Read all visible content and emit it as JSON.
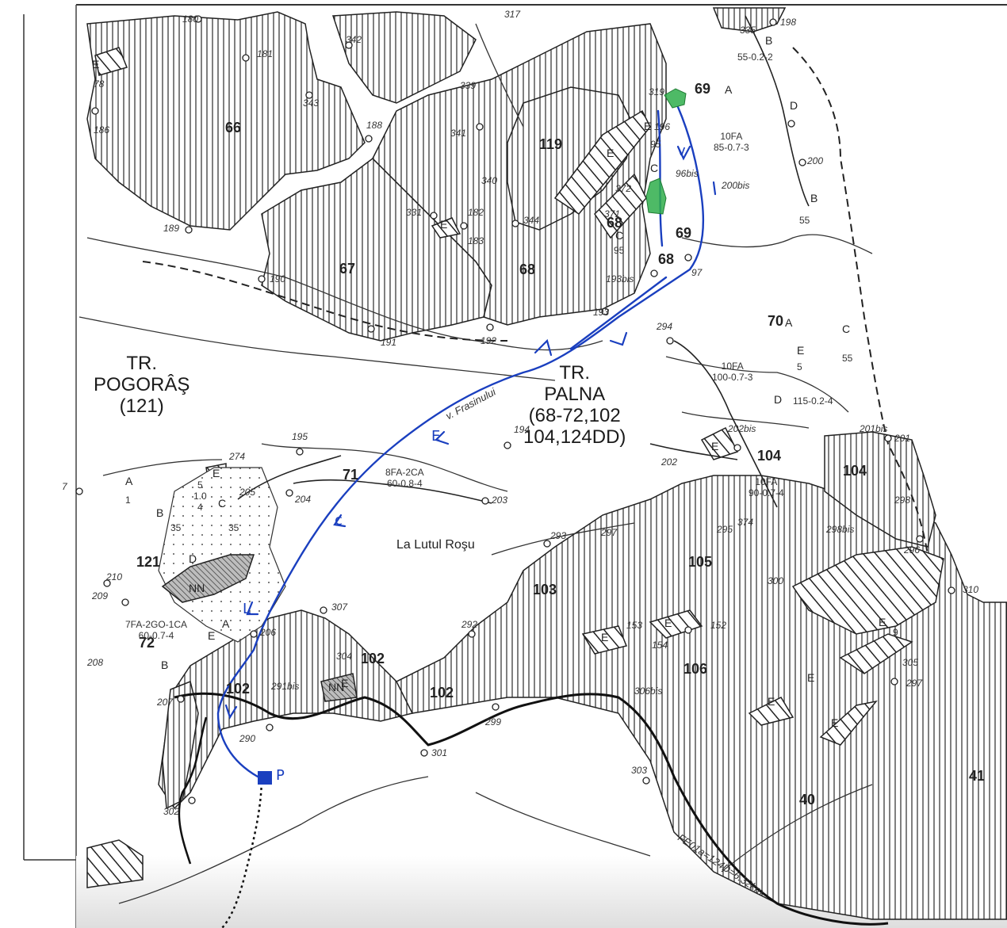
{
  "tracts": {
    "pogoras": "TR.\nPOGORÂŞ\n(121)",
    "palna": "TR.\nPALNA\n(68-72,102\n104,124DD)"
  },
  "place_name": "La Lutul Roşu",
  "stream_label": "v. Frasinului",
  "road_label": "FE01a=124D=6.32km",
  "parcels": [
    "66",
    "67",
    "68",
    "68",
    "68",
    "69",
    "69",
    "70",
    "71",
    "72",
    "102",
    "102",
    "102",
    "103",
    "104",
    "104",
    "105",
    "106",
    "119",
    "121",
    "40",
    "41"
  ],
  "subunits": [
    "A",
    "A",
    "A",
    "A",
    "B",
    "B",
    "B",
    "B",
    "C",
    "C",
    "C",
    "C",
    "D",
    "D",
    "D",
    "E",
    "E",
    "E",
    "E",
    "E",
    "E",
    "E",
    "E",
    "E",
    "E",
    "E",
    "E",
    "E",
    "E",
    "E",
    "NN",
    "NN"
  ],
  "stand_descriptions": [
    "10FA\n85-0.7-3",
    "10FA\n100-0.7-3",
    "115-0.2-4",
    "10FA\n90-0.7-4",
    "8FA-2CA\n60-0.8-4",
    "7FA-2GO-1CA\n60-0.7-4",
    "55-0.2-2",
    "55",
    "5",
    "1",
    "5\n1.0\n4",
    "35",
    "35",
    "95",
    "55",
    "9"
  ],
  "points": [
    "180",
    "181",
    "186",
    "342",
    "343",
    "188",
    "339",
    "340",
    "341",
    "331",
    "182",
    "183",
    "344",
    "189",
    "190",
    "191",
    "192",
    "193",
    "193bis",
    "195",
    "194",
    "196",
    "95",
    "96bis",
    "372",
    "371",
    "200",
    "200bis",
    "198",
    "335",
    "319",
    "317",
    "78",
    "97",
    "294",
    "202",
    "202bis",
    "201",
    "201bis",
    "203",
    "204",
    "205",
    "206",
    "207",
    "208",
    "209",
    "210",
    "274",
    "290",
    "291bis",
    "292",
    "293",
    "297",
    "298",
    "298bis",
    "299",
    "300",
    "301",
    "302",
    "303",
    "304",
    "305",
    "306bis",
    "307",
    "310",
    "7",
    "374",
    "152",
    "153",
    "154",
    "295",
    "296",
    "297"
  ],
  "handwriting": {
    "marker": "P",
    "arrow": "v",
    "mark": "E",
    "hook": "c",
    "strokes": "L"
  },
  "colors": {
    "ink_blue": "#1a3fbf",
    "highlight_green": "#2fae4b",
    "map_ink": "#222222"
  },
  "icons": [
    "point-marker-icon",
    "arrow-icon",
    "highlight-icon",
    "marker-p-icon"
  ]
}
